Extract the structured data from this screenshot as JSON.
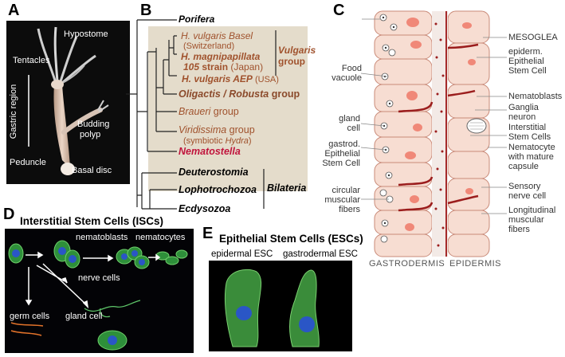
{
  "panels": {
    "A": {
      "letter": "A",
      "labels": {
        "hypostome": "Hypostome",
        "tentacles": "Tentacles",
        "gastric": "Gastric region",
        "budding1": "Budding",
        "budding2": "polyp",
        "peduncle": "Peduncle",
        "basal": "Basal disc"
      }
    },
    "B": {
      "letter": "B",
      "taxa": {
        "porifera": "Porifera",
        "basal1": "H. vulgaris Basel",
        "basal2": "(Switzerland)",
        "magni1": "H. magnipapillata",
        "magni2a": "105",
        "magni2b": " strain",
        "magni2c": " (Japan)",
        "aep1": "H. vulgaris  AEP",
        "aep2": " (USA)",
        "olig": "Oligactis / Robusta",
        "olig_group": " group",
        "braueri": "Braueri",
        "braueri_group": " group",
        "viri": "Viridissima",
        "viri_group": " group",
        "viri_sub1": "(symbiotic ",
        "viri_sub2": "Hydra",
        "viri_sub3": ")",
        "nemato": "Nematostella",
        "deut": "Deuterostomia",
        "lopho": "Lophotrochozoa",
        "ecdy": "Ecdysozoa"
      },
      "vulgaris_group1": "Vulgaris",
      "vulgaris_group2": "group",
      "bilateria": "Bilateria",
      "colors": {
        "hydra": "#a0522d",
        "nematostella": "#c0143c",
        "box": "#e4dccb"
      }
    },
    "C": {
      "letter": "C",
      "left_labels": {
        "food1": "Food",
        "food2": "vacuole",
        "gland1": "gland",
        "gland2": "cell",
        "gastrod1": "gastrod.",
        "gastrod2": "Epithelial",
        "gastrod3": "Stem Cell",
        "circ1": "circular",
        "circ2": "muscular",
        "circ3": "fibers"
      },
      "right_labels": {
        "mesoglea": "MESOGLEA",
        "epiderm1": "epiderm.",
        "epiderm2": "Epithelial",
        "epiderm3": "Stem Cell",
        "nematoblasts": "Nematoblasts",
        "ganglia1": "Ganglia",
        "ganglia2": "neuron",
        "interstitial1": "Interstitial",
        "interstitial2": "Stem Cells",
        "nematocyte1": "Nematocyte",
        "nematocyte2": "with mature",
        "nematocyte3": "capsule",
        "sensory1": "Sensory",
        "sensory2": "nerve cell",
        "longit1": "Longitudinal",
        "longit2": "muscular",
        "longit3": "fibers"
      },
      "bottom_left": "GASTRODERMIS",
      "bottom_right": "EPIDERMIS"
    },
    "D": {
      "letter": "D",
      "title": "Interstitial Stem Cells (ISCs)",
      "labels": {
        "nematoblasts": "nematoblasts",
        "nematocytes": "nematocytes",
        "nerve": "nerve cells",
        "germ": "germ cells",
        "gland": "gland cell"
      }
    },
    "E": {
      "letter": "E",
      "title": "Epithelial Stem Cells (ESCs)",
      "epidermal": "epidermal ESC",
      "gastrodermal": "gastrodermal ESC"
    }
  }
}
